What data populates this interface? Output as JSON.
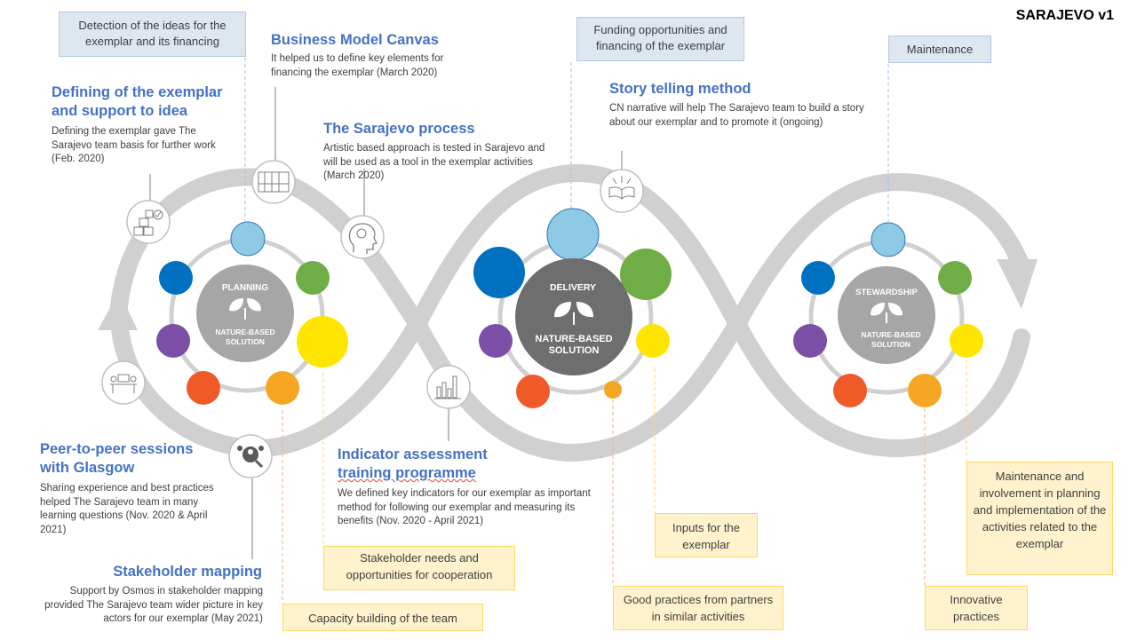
{
  "corner_title": "SARAJEVO v1",
  "colors": {
    "ribbon": "#D0D0D0",
    "blue_text": "#4472C4",
    "hub_planning": "#A6A6A6",
    "hub_delivery": "#6E6E6E",
    "hub_stewardship": "#A6A6A6",
    "light_blue": "#8EC9E6",
    "dark_blue": "#0070C0",
    "green": "#70AD47",
    "yellow": "#FFE600",
    "orange": "#F5A623",
    "red": "#F05A28",
    "purple": "#7B4FA6"
  },
  "hubs": {
    "planning": {
      "label": "PLANNING",
      "sub1": "NATURE-BASED",
      "sub2": "SOLUTION"
    },
    "delivery": {
      "label": "DELIVERY",
      "sub1": "NATURE-BASED",
      "sub2": "SOLUTION"
    },
    "stewardship": {
      "label": "STEWARDSHIP",
      "sub1": "NATURE-BASED",
      "sub2": "SOLUTION"
    }
  },
  "icons": [
    "checklist-boxes-icon",
    "canvas-grid-icon",
    "brain-head-icon",
    "meeting-table-icon",
    "people-search-icon",
    "bar-chart-icon",
    "open-book-icon"
  ],
  "blue_boxes": {
    "detection": "Detection of the ideas for the exemplar and its financing",
    "funding": "Funding opportunities and financing of the exemplar",
    "maintenance": "Maintenance"
  },
  "yellow_boxes": {
    "capacity": "Capacity building of the team",
    "stakeholder_needs": "Stakeholder needs and opportunities for cooperation",
    "inputs": "Inputs for the exemplar",
    "good_practices": "Good practices from partners in similar activities",
    "innovative": "Innovative practices",
    "maintenance_involvement": "Maintenance and involvement in planning and implementation of the activities related to the exemplar"
  },
  "steps": {
    "defining": {
      "title": "Defining of the exemplar and support to idea",
      "desc": "Defining the exemplar gave The Sarajevo team basis for further work (Feb. 2020)"
    },
    "bmc": {
      "title": "Business Model Canvas",
      "desc": "It helped us to define key elements for financing the exemplar (March 2020)"
    },
    "process": {
      "title": "The Sarajevo process",
      "desc": "Artistic based approach is tested in Sarajevo and will be used as a tool in the exemplar activities (March 2020)"
    },
    "story": {
      "title": "Story telling method",
      "desc": "CN narrative will help The Sarajevo team to build a story about our exemplar and to promote it (ongoing)"
    },
    "peer": {
      "title": "Peer-to-peer sessions with Glasgow",
      "desc": "Sharing experience and best practices helped The Sarajevo team in many learning questions (Nov. 2020 & April 2021)"
    },
    "indicator": {
      "title_line1": "Indicator assessment",
      "title_line2": "training programme",
      "desc": "We defined key indicators for our exemplar as important method for following our exemplar and measuring its benefits (Nov. 2020 - April 2021)"
    },
    "stakeholder": {
      "title": "Stakeholder mapping",
      "desc": "Support by Osmos in stakeholder mapping provided The Sarajevo team wider picture in key actors for our exemplar (May 2021)"
    }
  }
}
